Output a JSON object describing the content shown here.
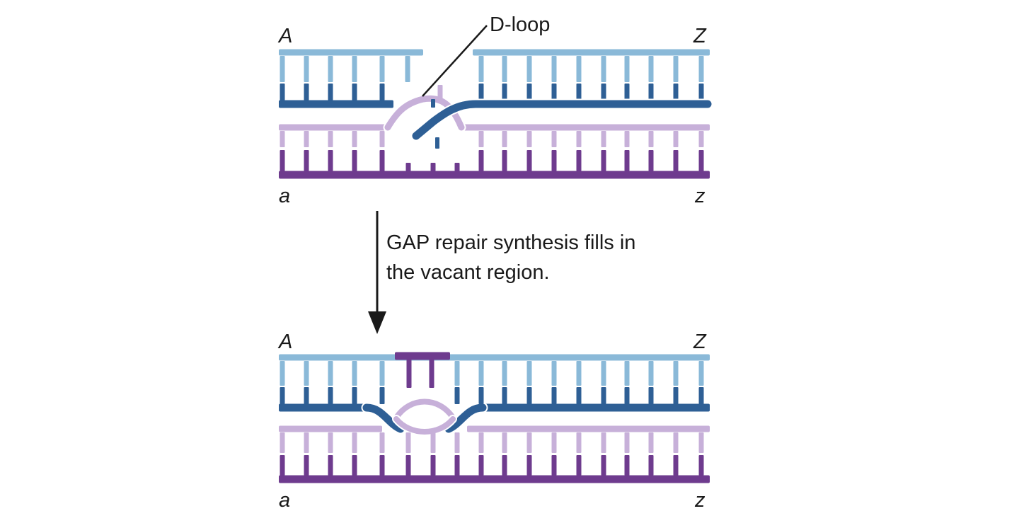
{
  "panels": [
    {
      "id": "before",
      "end_labels": {
        "top_left": "A",
        "top_right": "Z",
        "bottom_left": "a",
        "bottom_right": "z"
      },
      "callout": "D-loop"
    },
    {
      "id": "after",
      "end_labels": {
        "top_left": "A",
        "top_right": "Z",
        "bottom_left": "a",
        "bottom_right": "z"
      }
    }
  ],
  "arrow_caption": {
    "line1": "GAP repair synthesis fills in",
    "line2": "the vacant region."
  },
  "colors": {
    "blue_light": "#8ab9d8",
    "blue_dark": "#2e5f95",
    "purple_light": "#c7b0d9",
    "purple_dark": "#6e3b8e",
    "text": "#1a1a1a"
  }
}
